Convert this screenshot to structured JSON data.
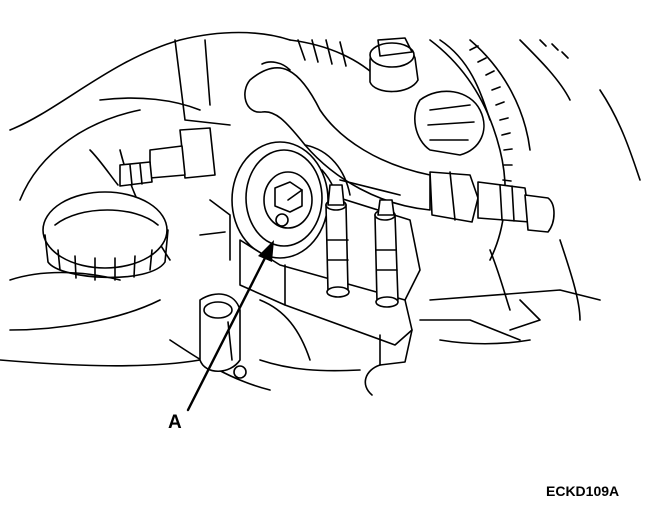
{
  "callout_label": "A",
  "figure_code": "ECKD109A",
  "callout_target": "oil-filter-mount"
}
